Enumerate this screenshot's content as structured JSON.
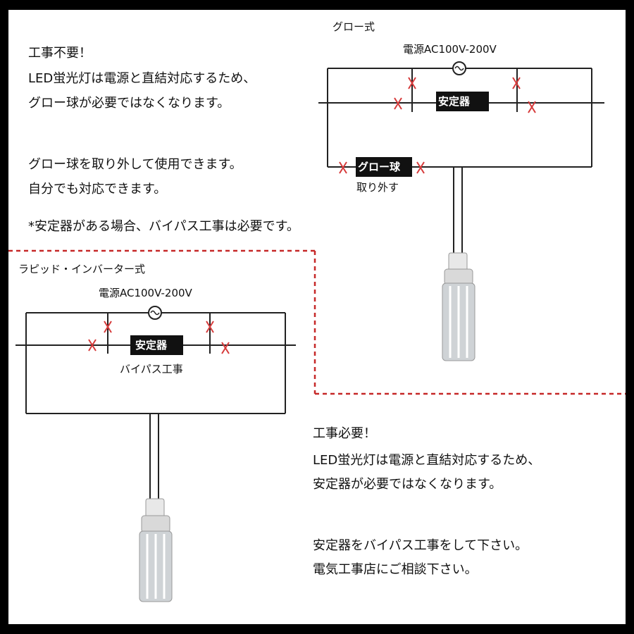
{
  "top_right": {
    "title": "グロー式",
    "power": "電源AC100V-200V",
    "ballast": "安定器",
    "glow": "グロー球",
    "remove": "取り外す"
  },
  "top_left": {
    "line1": "工事不要！",
    "line2": "LED蛍光灯は電源と直結対応するため、",
    "line3": "グロー球が必要ではなくなります。",
    "line4": "グロー球を取り外して使用できます。",
    "line5": "自分でも対応できます。",
    "note": "*安定器がある場合、バイパス工事は必要です。"
  },
  "bottom_left": {
    "title": "ラピッド・インバーター式",
    "power": "電源AC100V-200V",
    "ballast": "安定器",
    "bypass": "バイパス工事"
  },
  "bottom_right": {
    "line1": "工事必要！",
    "line2": "LED蛍光灯は電源と直結対応するため、",
    "line3": "安定器が必要ではなくなります。",
    "line4": "安定器をバイパス工事をして下さい。",
    "line5": "電気工事店にご相談下さい。"
  },
  "colors": {
    "cut_mark": "#d63a3a",
    "divider": "#c62828",
    "label_bg": "#111111",
    "label_fg": "#ffffff"
  }
}
